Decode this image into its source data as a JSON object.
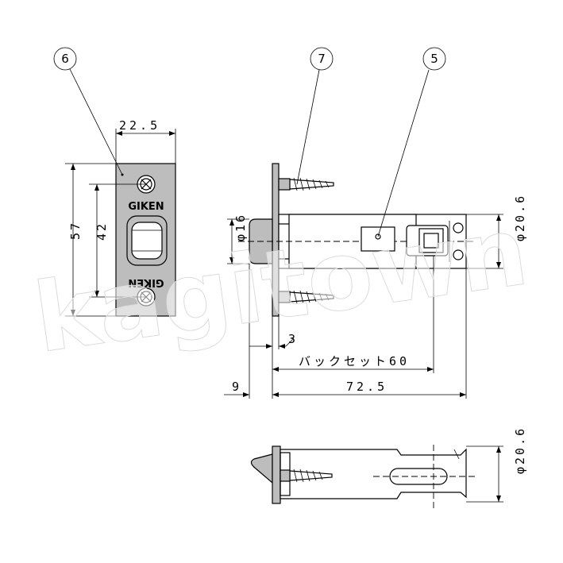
{
  "callouts": {
    "c6": "6",
    "c7": "7",
    "c5": "5"
  },
  "dimensions": {
    "plate_width": "22.5",
    "plate_height": "57",
    "screw_pitch": "42",
    "bolt_diameter": "φ16",
    "body_diameter_side": "φ20.6",
    "plate_thickness": "3",
    "backset": "バックセット60",
    "overall_length": "72.5",
    "bolt_projection": "9",
    "body_diameter_bottom": "φ20.6"
  },
  "brand": {
    "top": "GIKEN",
    "bottom": "GIKEN"
  },
  "watermark": "kagitown"
}
